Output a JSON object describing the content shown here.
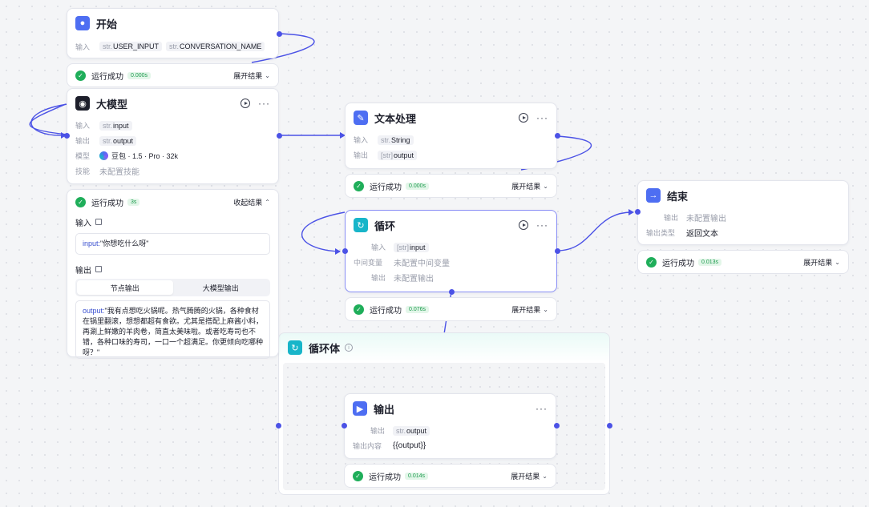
{
  "type_prefix": "str.",
  "array_prefix": "[str]",
  "colors": {
    "accent": "#4b52e6",
    "success": "#1fae5a",
    "edge": "#4b52e6"
  },
  "start_node": {
    "title": "开始",
    "input_label": "输入",
    "inputs": [
      "USER_INPUT",
      "CONVERSATION_NAME"
    ],
    "status": {
      "text": "运行成功",
      "time": "0.000s",
      "action": "展开结果"
    }
  },
  "llm_node": {
    "title": "大模型",
    "input_label": "输入",
    "input": "input",
    "output_label": "输出",
    "output": "output",
    "model_label": "模型",
    "model": "豆包 · 1.5 · Pro · 32k",
    "skill_label": "技能",
    "skill": "未配置技能",
    "status": {
      "text": "运行成功",
      "time": "3s",
      "action": "收起结果"
    },
    "result": {
      "input_title": "输入",
      "input_key": "input",
      "input_value": "\"你想吃什么呀\"",
      "output_title": "输出",
      "tabs": [
        "节点输出",
        "大模型输出"
      ],
      "output_key": "output",
      "output_value": "\"我有点想吃火锅呢。热气腾腾的火锅，各种食材在锅里翻滚，想想都超有食欲。尤其是搭配上麻酱小料，再涮上鲜嫩的羊肉卷，简直太美味啦。或者吃寿司也不错，各种口味的寿司，一口一个超满足。你更倾向吃哪种呀？\""
    }
  },
  "text_node": {
    "title": "文本处理",
    "input_label": "输入",
    "input": "String",
    "output_label": "输出",
    "output": "output",
    "status": {
      "text": "运行成功",
      "time": "0.000s",
      "action": "展开结果"
    }
  },
  "loop_node": {
    "title": "循环",
    "input_label": "输入",
    "input": "input",
    "var_label": "中间变量",
    "var_value": "未配置中间变量",
    "output_label": "输出",
    "output_value": "未配置输出",
    "status": {
      "text": "运行成功",
      "time": "0.076s",
      "action": "展开结果"
    }
  },
  "end_node": {
    "title": "结束",
    "output_label": "输出",
    "output_value": "未配置输出",
    "type_label": "输出类型",
    "type_value": "返回文本",
    "status": {
      "text": "运行成功",
      "time": "0.013s",
      "action": "展开结果"
    }
  },
  "loop_body": {
    "title": "循环体",
    "info_icon": "info-icon"
  },
  "output_node": {
    "title": "输出",
    "output_label": "输出",
    "output": "output",
    "content_label": "输出内容",
    "content_value": "{{output}}",
    "status": {
      "text": "运行成功",
      "time": "0.014s",
      "action": "展开结果"
    }
  }
}
